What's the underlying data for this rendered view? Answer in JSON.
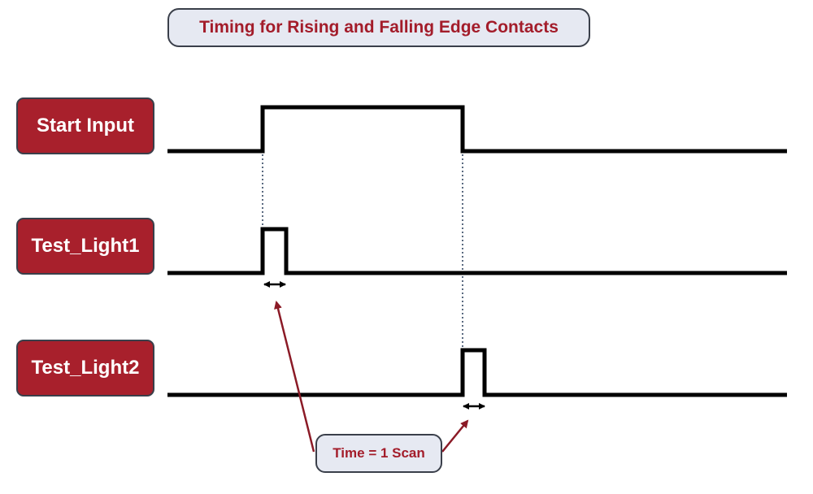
{
  "title": "Timing for Rising and Falling Edge Contacts",
  "signals": [
    {
      "label": "Start Input"
    },
    {
      "label": "Test_Light1"
    },
    {
      "label": "Test_Light2"
    }
  ],
  "annotation": "Time = 1 Scan",
  "colors": {
    "accent": "#a8202c",
    "title_text": "#a31c2a",
    "box_fill": "#e6e9f2",
    "waveform": "#000000",
    "arrow": "#8b1a26",
    "dotted_guide": "#5a6a80"
  }
}
